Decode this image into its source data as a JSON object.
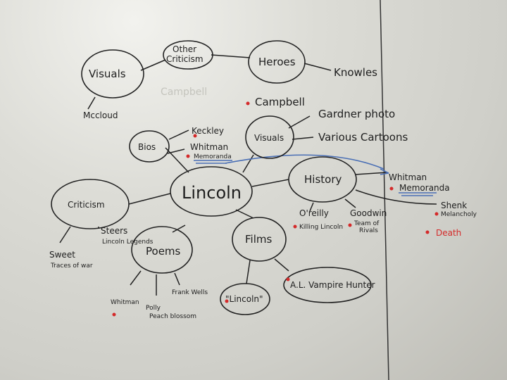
{
  "nodes": {
    "visuals_left": "Visuals",
    "other_criticism_1": "Other",
    "other_criticism_2": "Criticism",
    "heroes": "Heroes",
    "bios": "Bios",
    "visuals_right": "Visuals",
    "lincoln": "Lincoln",
    "history": "History",
    "criticism": "Criticism",
    "poems": "Poems",
    "films": "Films",
    "film_lincoln": "\"Lincoln\"",
    "film_vampire": "A.L. Vampire Hunter"
  },
  "leaves": {
    "mccloud": "Mccloud",
    "knowles": "Knowles",
    "campbell": "Campbell",
    "keckley": "Keckley",
    "whitman_bios": "Whitman",
    "memoranda_bios": "Memoranda",
    "gardner": "Gardner photo",
    "cartoons": "Various Cartoons",
    "whitman_history": "Whitman",
    "memoranda_history": "Memoranda",
    "shenk": "Shenk",
    "melancholy": "Melancholy",
    "death": "Death",
    "oreilly": "O'reilly",
    "killing": "Killing Lincoln",
    "goodwin": "Goodwin",
    "team1": "Team of",
    "team2": "Rivals",
    "steers": "Steers",
    "lincoln_legends": "Lincoln Legends",
    "sweet": "Sweet",
    "traces": "Traces of war",
    "whitman_poems": "Whitman",
    "polly": "Polly",
    "peachblossom": "Peach blossom",
    "frank_wells": "Frank Wells"
  },
  "ghost_text": "Campbell",
  "colors": {
    "marker": "#222222",
    "red": "#d42a2a",
    "blue": "#4a6fb5"
  }
}
